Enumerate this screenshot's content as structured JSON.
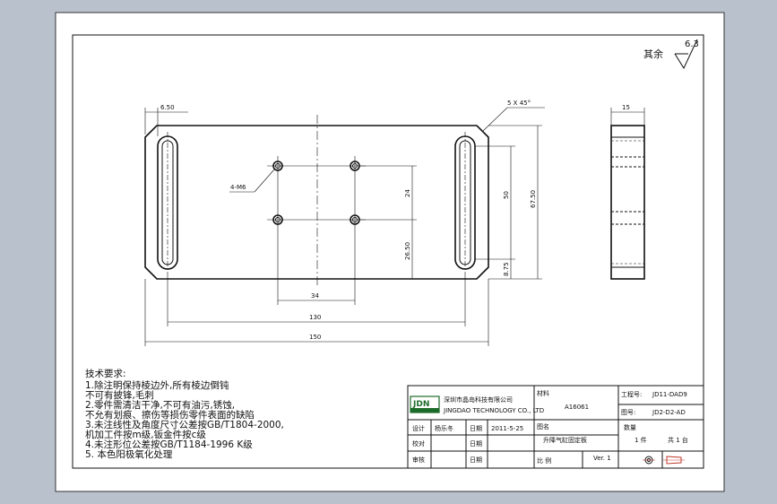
{
  "drawing": {
    "roughness": {
      "label": "其余",
      "value": "6.3"
    },
    "dims": {
      "slot_offset": "6.50",
      "chamfer": "5 X 45°",
      "tap": "4-M6",
      "hole_v_spacing": "24",
      "hole_h_spacing": "34",
      "hole_to_bottom": "26.50",
      "slot_length": "50",
      "overall_height": "67.50",
      "slot_to_bottom": "8.75",
      "slot_spacing": "130",
      "overall_length": "150",
      "thickness": "15"
    }
  },
  "notes": {
    "title": "技术要求:",
    "lines": [
      "1.除注明保持棱边外,所有棱边倒钝",
      "  不可有披锋,毛刺",
      "2.零件需清洁干净,不可有油污,锈蚀,",
      "  不允有划痕、擦伤等损伤零件表面的缺陷",
      "3.未注线性及角度尺寸公差按GB/T1804-2000,",
      "  机加工件按m级,钣金件按c级",
      "4.未注形位公差按GB/T1184-1996 K级",
      "5. 本色阳极氧化处理"
    ]
  },
  "title_block": {
    "logo_text": "JDN",
    "company_cn": "深圳市晶岛科技有限公司",
    "company_en": "JINGDAO TECHNOLOGY CO., LTD",
    "design_label": "设计",
    "designer": "杨乐冬",
    "date_label": "日期",
    "date": "2011-5-25",
    "review_label": "校对",
    "date_label_2": "日期",
    "approve_label": "审核",
    "date_label_3": "日期",
    "material_label": "材料",
    "material": "A16061",
    "part_name_label": "图名",
    "part_name": "升降气缸固定板",
    "scale_label": "比 例",
    "version": "Ver. 1",
    "project_no_label": "工程号:",
    "project_no": "JD11-DAD9",
    "drawing_no_label": "图号:",
    "drawing_no": "JD2-D2-AD",
    "quantity_label": "数量",
    "sheet_1": "1  件",
    "sheet_2": "共 1 台"
  }
}
